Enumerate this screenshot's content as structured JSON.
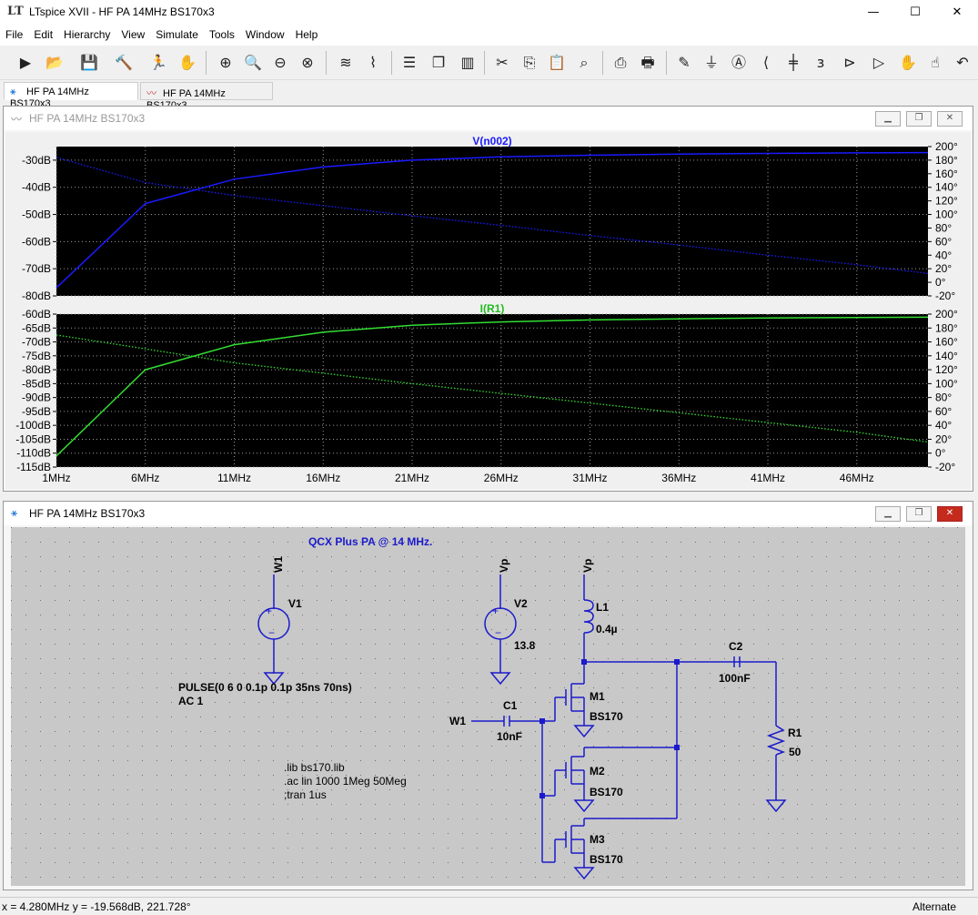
{
  "app": {
    "title": "LTspice XVII - HF PA 14MHz BS170x3",
    "logo": "LT"
  },
  "window_buttons": {
    "minimize": "—",
    "maximize": "☐",
    "close": "✕"
  },
  "menu": [
    "File",
    "Edit",
    "Hierarchy",
    "View",
    "Simulate",
    "Tools",
    "Window",
    "Help"
  ],
  "toolbar_icons": [
    "run-icon",
    "open-folder-icon",
    "save-icon",
    "control-panel-icon",
    "run-man-icon",
    "pan-hand-icon",
    "zoom-in-icon",
    "zoom-full-icon",
    "zoom-out-icon",
    "zoom-cancel-icon",
    "autoscale-icon",
    "spectrum-icon",
    "tile-horizontal-icon",
    "cascade-icon",
    "tile-vertical-icon",
    "cut-icon",
    "copy-icon",
    "paste-icon",
    "find-icon",
    "print-preview-icon",
    "print-icon",
    "draw-wire-icon",
    "ground-icon",
    "label-net-icon",
    "resistor-icon",
    "capacitor-icon",
    "inductor-icon",
    "diode-icon",
    "component-icon",
    "move-icon",
    "drag-icon",
    "undo-icon"
  ],
  "tabs": [
    {
      "label": "HF PA 14MHz BS170x3",
      "icon": "schematic-icon",
      "active": true
    },
    {
      "label": "HF PA 14MHz BS170x3",
      "icon": "waveform-icon",
      "active": false
    }
  ],
  "plot_window": {
    "title": "HF PA 14MHz BS170x3",
    "colors": {
      "background": "#000000",
      "grid": "#9a9a9a",
      "label_bg": "#f0f0f0",
      "vtrace": "#1a1aff",
      "itrace": "#33dd33"
    },
    "pane1": {
      "trace_name": "V(n002)",
      "left_ticks": [
        "-30dB",
        "-40dB",
        "-50dB",
        "-60dB",
        "-70dB",
        "-80dB"
      ],
      "right_ticks": [
        "200°",
        "180°",
        "160°",
        "140°",
        "120°",
        "100°",
        "80°",
        "60°",
        "40°",
        "20°",
        "0°",
        "-20°"
      ]
    },
    "pane2": {
      "trace_name": "I(R1)",
      "left_ticks": [
        "-60dB",
        "-65dB",
        "-70dB",
        "-75dB",
        "-80dB",
        "-85dB",
        "-90dB",
        "-95dB",
        "-100dB",
        "-105dB",
        "-110dB",
        "-115dB"
      ],
      "right_ticks": [
        "200°",
        "180°",
        "160°",
        "140°",
        "120°",
        "100°",
        "80°",
        "60°",
        "40°",
        "20°",
        "0°",
        "-20°"
      ]
    },
    "x_ticks": [
      "1MHz",
      "6MHz",
      "11MHz",
      "16MHz",
      "21MHz",
      "26MHz",
      "31MHz",
      "36MHz",
      "41MHz",
      "46MHz"
    ]
  },
  "chart_data": [
    {
      "type": "line",
      "trace": "V(n002)",
      "x": [
        1,
        6,
        11,
        16,
        21,
        26,
        31,
        36,
        41,
        46,
        50
      ],
      "series": [
        {
          "name": "V(n002) magnitude (dB)",
          "values": [
            -77,
            -46,
            -37,
            -32.5,
            -30,
            -28.8,
            -28.2,
            -27.8,
            -27.5,
            -27.3,
            -27.2
          ]
        },
        {
          "name": "V(n002) phase (°)",
          "values": [
            184,
            147,
            128,
            113,
            98,
            84,
            69,
            55,
            40,
            26,
            13
          ]
        }
      ],
      "xlabel": "",
      "ylim": [
        -80,
        -25
      ],
      "phase_lim": [
        -20,
        200
      ]
    },
    {
      "type": "line",
      "trace": "I(R1)",
      "x": [
        1,
        6,
        11,
        16,
        21,
        26,
        31,
        36,
        41,
        46,
        50
      ],
      "series": [
        {
          "name": "I(R1) magnitude (dB)",
          "values": [
            -111,
            -80,
            -71,
            -66.5,
            -64,
            -62.8,
            -62.1,
            -61.7,
            -61.4,
            -61.2,
            -61.1
          ]
        },
        {
          "name": "I(R1) phase (°)",
          "values": [
            170,
            150,
            130,
            115,
            100,
            86,
            72,
            58,
            44,
            30,
            16
          ]
        }
      ],
      "xlabel": "",
      "ylim": [
        -115,
        -60
      ],
      "phase_lim": [
        -20,
        200
      ]
    }
  ],
  "schematic_window": {
    "title": "HF PA 14MHz BS170x3",
    "comment": "QCX Plus PA @ 14 MHz.",
    "labels": {
      "w1_top": "W1",
      "v1": "V1",
      "v1_value1": "PULSE(0 6 0 0.1p 0.1p 35ns 70ns)",
      "v1_value2": "AC 1",
      "vp1": "Vp",
      "v2": "V2",
      "v2_value": "13.8",
      "vp2": "Vp",
      "l1": "L1",
      "l1_value": "0.4µ",
      "c2": "C2",
      "c2_value": "100nF",
      "r1": "R1",
      "r1_value": "50",
      "w1_in": "W1",
      "c1": "C1",
      "c1_value": "10nF",
      "m1": "M1",
      "m1_model": "BS170",
      "m2": "M2",
      "m2_model": "BS170",
      "m3": "M3",
      "m3_model": "BS170",
      "directive1": ".lib bs170.lib",
      "directive2": ".ac lin 1000 1Meg 50Meg",
      "directive3": ";tran 1us"
    }
  },
  "status": {
    "coords": "x = 4.280MHz    y = -19.568dB, 221.728°",
    "mode": "Alternate"
  }
}
